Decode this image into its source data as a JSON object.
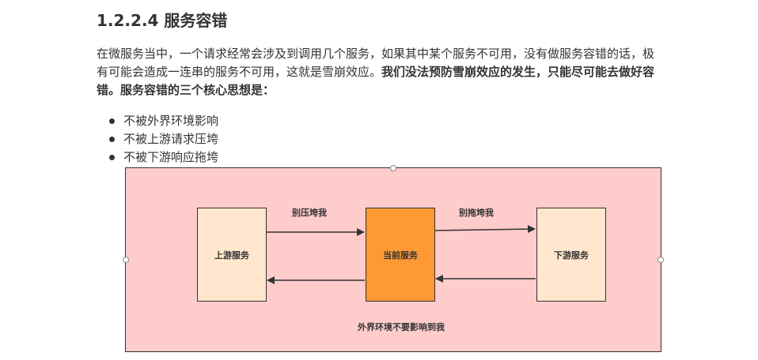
{
  "section": {
    "title": "1.2.2.4 服务容错"
  },
  "paragraph": {
    "normal": "在微服务当中，一个请求经常会涉及到调用几个服务，如果其中某个服务不可用，没有做服务容错的话，极有可能会造成一连串的服务不可用，这就是雪崩效应。",
    "bold": "我们没法预防雪崩效应的发生，只能尽可能去做好容错。服务容错的三个核心思想是："
  },
  "bullets": [
    "不被外界环境影响",
    "不被上游请求压垮",
    "不被下游响应拖垮"
  ],
  "diagram": {
    "upstream": "上游服务",
    "current": "当前服务",
    "downstream": "下游服务",
    "label_left": "别压垮我",
    "label_right": "别拖垮我",
    "caption": "外界环境不要影响到我",
    "colors": {
      "background": "#ffcccc",
      "service_box": "#ffe6cc",
      "current_box": "#ff9933"
    }
  }
}
